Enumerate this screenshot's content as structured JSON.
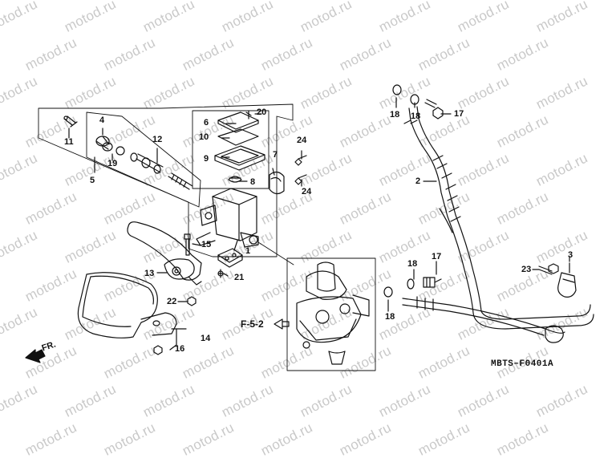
{
  "watermark": "motod.ru",
  "diagram_code": "MBTS–F0401A",
  "reference": "F-5-2",
  "direction": "FR.",
  "callouts": [
    {
      "key": "20",
      "text": "20"
    },
    {
      "key": "6",
      "text": "6"
    },
    {
      "key": "10",
      "text": "10"
    },
    {
      "key": "9",
      "text": "9"
    },
    {
      "key": "8",
      "text": "8"
    },
    {
      "key": "4",
      "text": "4"
    },
    {
      "key": "12",
      "text": "12"
    },
    {
      "key": "11",
      "text": "11"
    },
    {
      "key": "19",
      "text": "19"
    },
    {
      "key": "5",
      "text": "5"
    },
    {
      "key": "7",
      "text": "7"
    },
    {
      "key": "24a",
      "text": "24"
    },
    {
      "key": "24b",
      "text": "24"
    },
    {
      "key": "15",
      "text": "15"
    },
    {
      "key": "1",
      "text": "1"
    },
    {
      "key": "13",
      "text": "13"
    },
    {
      "key": "21",
      "text": "21"
    },
    {
      "key": "22",
      "text": "22"
    },
    {
      "key": "14",
      "text": "14"
    },
    {
      "key": "16",
      "text": "16"
    },
    {
      "key": "18a",
      "text": "18"
    },
    {
      "key": "18b",
      "text": "18"
    },
    {
      "key": "17a",
      "text": "17"
    },
    {
      "key": "2",
      "text": "2"
    },
    {
      "key": "18c",
      "text": "18"
    },
    {
      "key": "17b",
      "text": "17"
    },
    {
      "key": "18d",
      "text": "18"
    },
    {
      "key": "23",
      "text": "23"
    },
    {
      "key": "3",
      "text": "3"
    }
  ]
}
